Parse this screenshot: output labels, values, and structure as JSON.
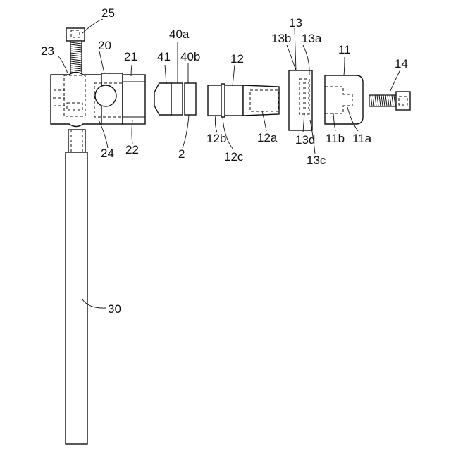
{
  "labels": {
    "l25": "25",
    "l20": "20",
    "l23": "23",
    "l21": "21",
    "l22": "22",
    "l24": "24",
    "l40a": "40a",
    "l41": "41",
    "l40b": "40b",
    "l2": "2",
    "l12": "12",
    "l12b": "12b",
    "l12c": "12c",
    "l12a": "12a",
    "l13": "13",
    "l13b": "13b",
    "l13a": "13a",
    "l13d": "13d",
    "l13c": "13c",
    "l11": "11",
    "l11b": "11b",
    "l11a": "11a",
    "l14": "14",
    "l30": "30"
  }
}
